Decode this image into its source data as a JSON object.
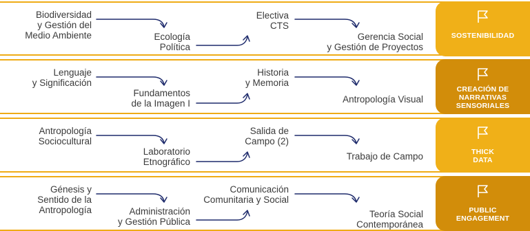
{
  "rows": [
    {
      "courses": [
        "Biodiversidad\ny Gestión del\nMedio Ambiente",
        "Ecología\nPolítica",
        "Electiva\nCTS",
        "Gerencia Social\ny Gestión de Proyectos"
      ],
      "category": "SOSTENIBILIDAD",
      "category_color": "#f0b018"
    },
    {
      "courses": [
        "Lenguaje\ny Significación",
        "Fundamentos\nde la Imagen I",
        "Historia\ny Memoria",
        "Antropología Visual"
      ],
      "category": "CREACIÓN DE\nNARRATIVAS\nSENSORIALES",
      "category_color": "#d28d0a"
    },
    {
      "courses": [
        "Antropología\nSociocultural",
        "Laboratorio\nEtnográfico",
        "Salida de\nCampo (2)",
        "Trabajo de Campo"
      ],
      "category": "THICK\nDATA",
      "category_color": "#f0b018"
    },
    {
      "courses": [
        "Génesis y\nSentido de la\nAntropología",
        "Administración\ny Gestión Pública",
        "Comunicación\nComunitaria y Social",
        "Teoría Social\nContemporánea"
      ],
      "category": "PUBLIC\nENGAGEMENT",
      "category_color": "#d28d0a"
    }
  ],
  "colors": {
    "border": "#efab15",
    "arrow": "#1d2a6b",
    "text": "#3a3a3a"
  },
  "icon": "flag-icon"
}
